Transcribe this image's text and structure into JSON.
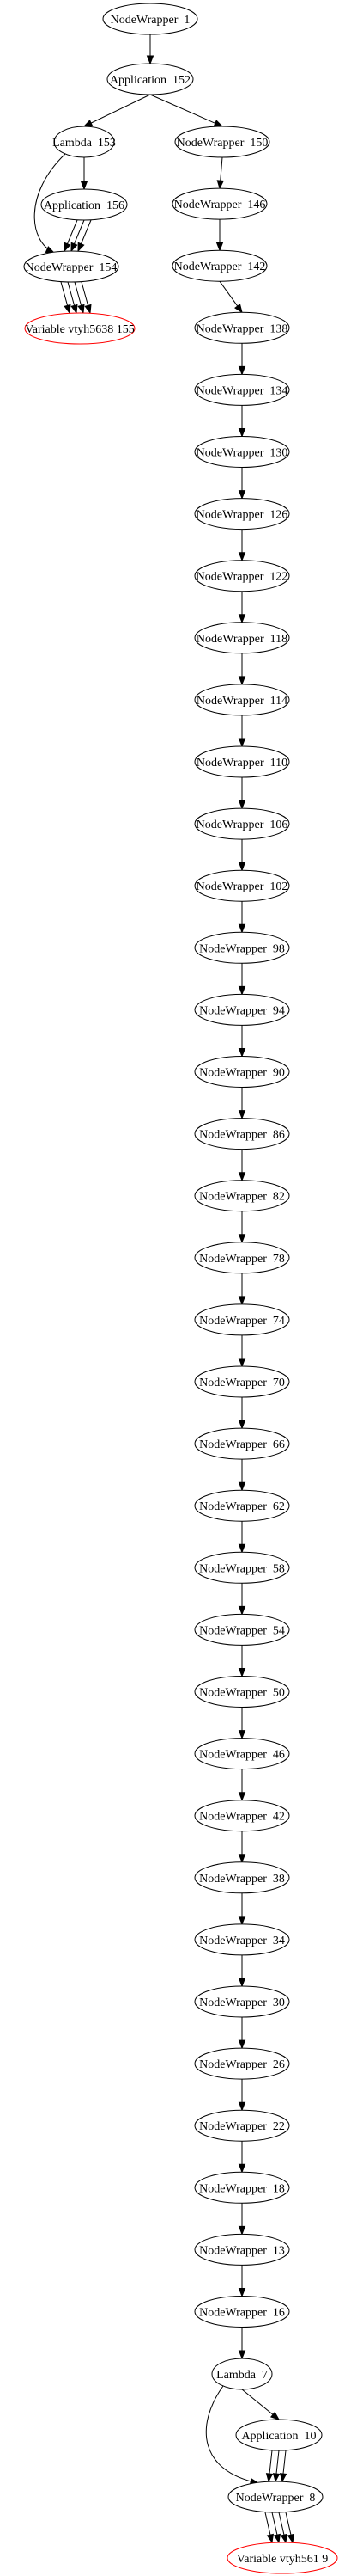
{
  "graph": {
    "nodes": [
      {
        "id": "n1",
        "label": "NodeWrapper  1",
        "kind": "wrapper"
      },
      {
        "id": "a152",
        "label": "Application  152",
        "kind": "app"
      },
      {
        "id": "l153",
        "label": "Lambda  153",
        "kind": "lambda"
      },
      {
        "id": "a156",
        "label": "Application  156",
        "kind": "app"
      },
      {
        "id": "n154",
        "label": "NodeWrapper  154",
        "kind": "wrapper"
      },
      {
        "id": "v155",
        "label": "Variable vtyh5638 155",
        "kind": "variable"
      },
      {
        "id": "n150",
        "label": "NodeWrapper  150",
        "kind": "wrapper"
      },
      {
        "id": "n146",
        "label": "NodeWrapper  146",
        "kind": "wrapper"
      },
      {
        "id": "n142",
        "label": "NodeWrapper  142",
        "kind": "wrapper"
      },
      {
        "id": "n138",
        "label": "NodeWrapper  138",
        "kind": "wrapper"
      },
      {
        "id": "n134",
        "label": "NodeWrapper  134",
        "kind": "wrapper"
      },
      {
        "id": "n130",
        "label": "NodeWrapper  130",
        "kind": "wrapper"
      },
      {
        "id": "n126",
        "label": "NodeWrapper  126",
        "kind": "wrapper"
      },
      {
        "id": "n122",
        "label": "NodeWrapper  122",
        "kind": "wrapper"
      },
      {
        "id": "n118",
        "label": "NodeWrapper  118",
        "kind": "wrapper"
      },
      {
        "id": "n114",
        "label": "NodeWrapper  114",
        "kind": "wrapper"
      },
      {
        "id": "n110",
        "label": "NodeWrapper  110",
        "kind": "wrapper"
      },
      {
        "id": "n106",
        "label": "NodeWrapper  106",
        "kind": "wrapper"
      },
      {
        "id": "n102",
        "label": "NodeWrapper  102",
        "kind": "wrapper"
      },
      {
        "id": "n98",
        "label": "NodeWrapper  98",
        "kind": "wrapper"
      },
      {
        "id": "n94",
        "label": "NodeWrapper  94",
        "kind": "wrapper"
      },
      {
        "id": "n90",
        "label": "NodeWrapper  90",
        "kind": "wrapper"
      },
      {
        "id": "n86",
        "label": "NodeWrapper  86",
        "kind": "wrapper"
      },
      {
        "id": "n82",
        "label": "NodeWrapper  82",
        "kind": "wrapper"
      },
      {
        "id": "n78",
        "label": "NodeWrapper  78",
        "kind": "wrapper"
      },
      {
        "id": "n74",
        "label": "NodeWrapper  74",
        "kind": "wrapper"
      },
      {
        "id": "n70",
        "label": "NodeWrapper  70",
        "kind": "wrapper"
      },
      {
        "id": "n66",
        "label": "NodeWrapper  66",
        "kind": "wrapper"
      },
      {
        "id": "n62",
        "label": "NodeWrapper  62",
        "kind": "wrapper"
      },
      {
        "id": "n58",
        "label": "NodeWrapper  58",
        "kind": "wrapper"
      },
      {
        "id": "n54",
        "label": "NodeWrapper  54",
        "kind": "wrapper"
      },
      {
        "id": "n50",
        "label": "NodeWrapper  50",
        "kind": "wrapper"
      },
      {
        "id": "n46",
        "label": "NodeWrapper  46",
        "kind": "wrapper"
      },
      {
        "id": "n42",
        "label": "NodeWrapper  42",
        "kind": "wrapper"
      },
      {
        "id": "n38",
        "label": "NodeWrapper  38",
        "kind": "wrapper"
      },
      {
        "id": "n34",
        "label": "NodeWrapper  34",
        "kind": "wrapper"
      },
      {
        "id": "n30",
        "label": "NodeWrapper  30",
        "kind": "wrapper"
      },
      {
        "id": "n26",
        "label": "NodeWrapper  26",
        "kind": "wrapper"
      },
      {
        "id": "n22",
        "label": "NodeWrapper  22",
        "kind": "wrapper"
      },
      {
        "id": "n18",
        "label": "NodeWrapper  18",
        "kind": "wrapper"
      },
      {
        "id": "n13",
        "label": "NodeWrapper  13",
        "kind": "wrapper"
      },
      {
        "id": "n16",
        "label": "NodeWrapper  16",
        "kind": "wrapper"
      },
      {
        "id": "l7",
        "label": "Lambda  7",
        "kind": "lambda"
      },
      {
        "id": "a10",
        "label": "Application  10",
        "kind": "app"
      },
      {
        "id": "n8",
        "label": "NodeWrapper  8",
        "kind": "wrapper"
      },
      {
        "id": "v9",
        "label": "Variable vtyh561 9",
        "kind": "variable"
      }
    ],
    "edges": [
      {
        "from": "n1",
        "to": "a152"
      },
      {
        "from": "a152",
        "to": "l153"
      },
      {
        "from": "a152",
        "to": "n150"
      },
      {
        "from": "l153",
        "to": "a156"
      },
      {
        "from": "l153",
        "to": "n154"
      },
      {
        "from": "a156",
        "to": "n154"
      },
      {
        "from": "a156",
        "to": "n154"
      },
      {
        "from": "a156",
        "to": "n154"
      },
      {
        "from": "n154",
        "to": "v155"
      },
      {
        "from": "n154",
        "to": "v155"
      },
      {
        "from": "n154",
        "to": "v155"
      },
      {
        "from": "n154",
        "to": "v155"
      },
      {
        "from": "n150",
        "to": "n146"
      },
      {
        "from": "n146",
        "to": "n142"
      },
      {
        "from": "n142",
        "to": "n138"
      },
      {
        "from": "n138",
        "to": "n134"
      },
      {
        "from": "n134",
        "to": "n130"
      },
      {
        "from": "n130",
        "to": "n126"
      },
      {
        "from": "n126",
        "to": "n122"
      },
      {
        "from": "n122",
        "to": "n118"
      },
      {
        "from": "n118",
        "to": "n114"
      },
      {
        "from": "n114",
        "to": "n110"
      },
      {
        "from": "n110",
        "to": "n106"
      },
      {
        "from": "n106",
        "to": "n102"
      },
      {
        "from": "n102",
        "to": "n98"
      },
      {
        "from": "n98",
        "to": "n94"
      },
      {
        "from": "n94",
        "to": "n90"
      },
      {
        "from": "n90",
        "to": "n86"
      },
      {
        "from": "n86",
        "to": "n82"
      },
      {
        "from": "n82",
        "to": "n78"
      },
      {
        "from": "n78",
        "to": "n74"
      },
      {
        "from": "n74",
        "to": "n70"
      },
      {
        "from": "n70",
        "to": "n66"
      },
      {
        "from": "n66",
        "to": "n62"
      },
      {
        "from": "n62",
        "to": "n58"
      },
      {
        "from": "n58",
        "to": "n54"
      },
      {
        "from": "n54",
        "to": "n50"
      },
      {
        "from": "n50",
        "to": "n46"
      },
      {
        "from": "n46",
        "to": "n42"
      },
      {
        "from": "n42",
        "to": "n38"
      },
      {
        "from": "n38",
        "to": "n34"
      },
      {
        "from": "n34",
        "to": "n30"
      },
      {
        "from": "n30",
        "to": "n26"
      },
      {
        "from": "n26",
        "to": "n22"
      },
      {
        "from": "n22",
        "to": "n18"
      },
      {
        "from": "n18",
        "to": "n13"
      },
      {
        "from": "n13",
        "to": "n16"
      },
      {
        "from": "n16",
        "to": "l7"
      },
      {
        "from": "l7",
        "to": "a10"
      },
      {
        "from": "l7",
        "to": "n8"
      },
      {
        "from": "a10",
        "to": "n8"
      },
      {
        "from": "a10",
        "to": "n8"
      },
      {
        "from": "a10",
        "to": "n8"
      },
      {
        "from": "n8",
        "to": "v9"
      },
      {
        "from": "n8",
        "to": "v9"
      },
      {
        "from": "n8",
        "to": "v9"
      },
      {
        "from": "n8",
        "to": "v9"
      }
    ],
    "colors": {
      "node_stroke": "#000000",
      "variable_stroke": "#ff0000",
      "edge": "#000000",
      "background": "#ffffff"
    }
  }
}
